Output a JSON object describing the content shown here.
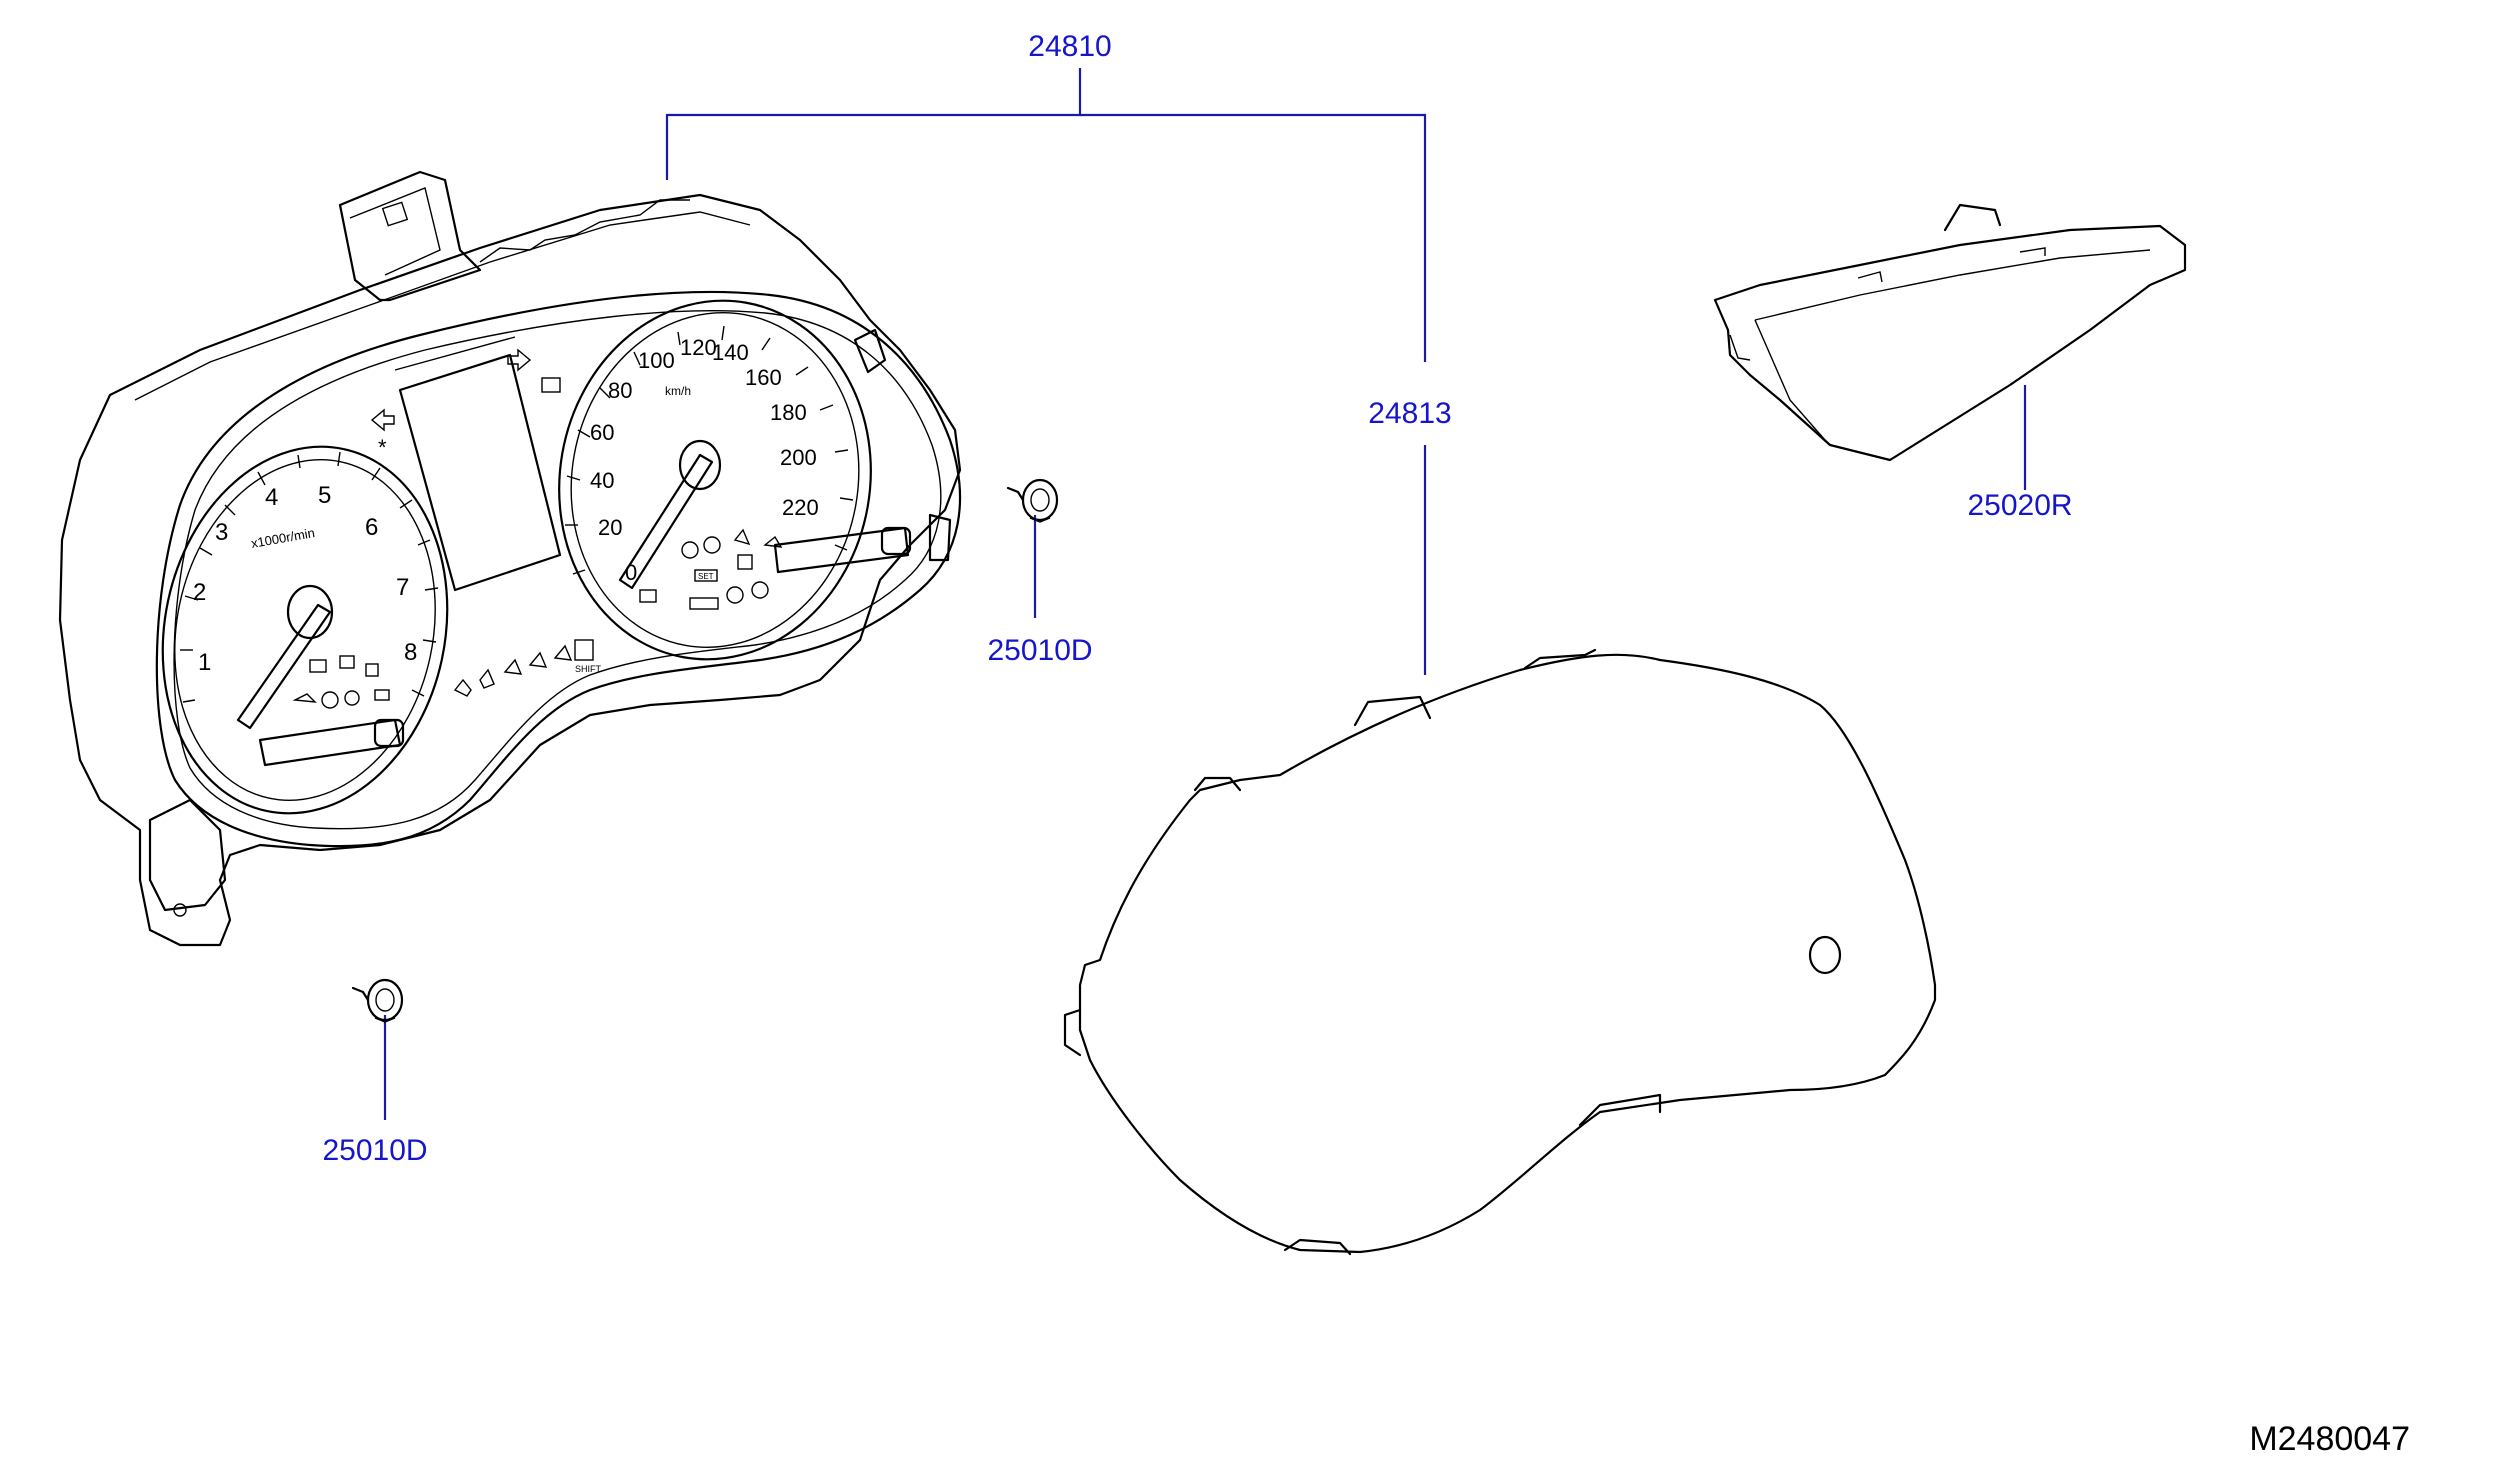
{
  "callouts": {
    "cluster_assembly": "24810",
    "cluster_lens": "24813",
    "screw_right": "25010D",
    "screw_left": "25010D",
    "upper_cover": "25020R"
  },
  "diagram_ref": "M2480047",
  "tachometer": {
    "unit": "x1000r/min",
    "numbers": [
      "1",
      "2",
      "3",
      "4",
      "5",
      "6",
      "7",
      "8"
    ]
  },
  "speedometer": {
    "unit": "km/h",
    "numbers": [
      "0",
      "20",
      "40",
      "60",
      "80",
      "100",
      "120",
      "140",
      "160",
      "180",
      "200",
      "220"
    ]
  },
  "indicators": {
    "set": "SET",
    "shift": "SHIFT"
  }
}
